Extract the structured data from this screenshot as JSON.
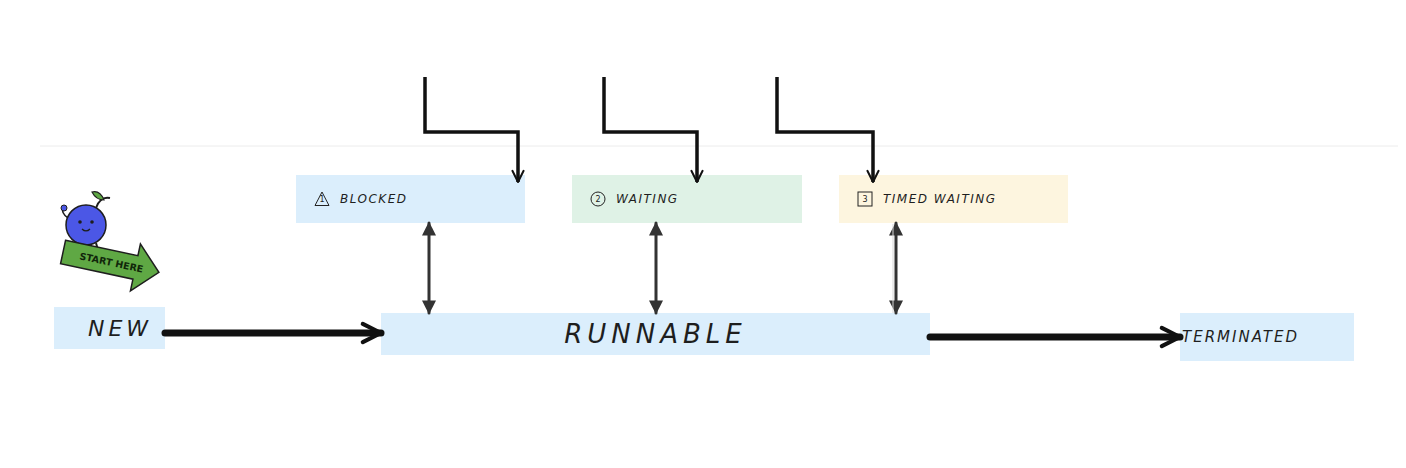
{
  "diagram": {
    "nodes": [
      {
        "text": [
          "1",
          "BLOCKED"
        ]
      },
      {
        "text": [
          "2",
          "WAITING"
        ]
      },
      {
        "text": [
          "3",
          "TIMED WAITING"
        ]
      },
      {
        "text": [
          "NEW"
        ]
      },
      {
        "text": [
          "RUNNABLE"
        ]
      },
      {
        "text": [
          "TERMINATED"
        ]
      }
    ],
    "edges": [
      {
        "from": 3,
        "to": 4,
        "arrow": "to"
      },
      {
        "from": 4,
        "to": 5,
        "arrow": "to"
      },
      {
        "from": 4,
        "to": 0,
        "arrow": "both"
      },
      {
        "from": 4,
        "to": 1,
        "arrow": "both"
      },
      {
        "from": 4,
        "to": 2,
        "arrow": "both"
      }
    ],
    "labels": [
      "START HERE"
    ]
  }
}
